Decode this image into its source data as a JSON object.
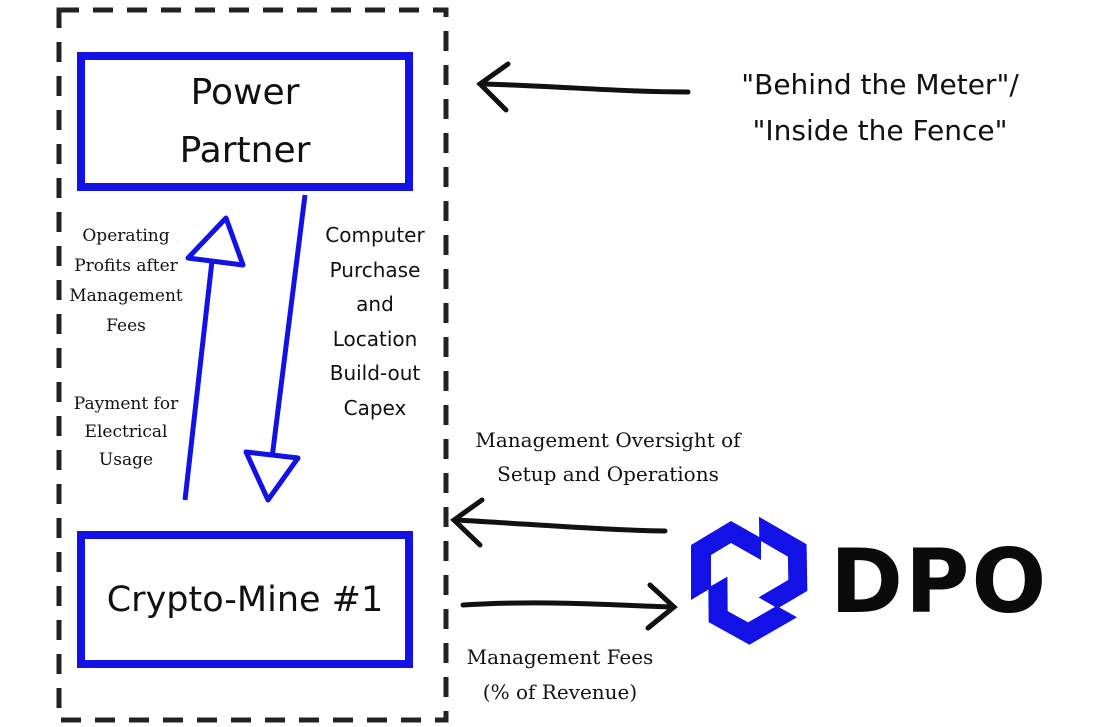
{
  "power_partner": {
    "line1": "Power",
    "line2": "Partner"
  },
  "crypto_mine": {
    "label": "Crypto-Mine #1"
  },
  "left_labels": {
    "operating_profits": [
      "Operating",
      "Profits after",
      "Management",
      "Fees"
    ],
    "payment": [
      "Payment for",
      "Electrical",
      "Usage"
    ]
  },
  "right_labels": {
    "capex": [
      "Computer",
      "Purchase",
      "and",
      "Location",
      "Build-out",
      "Capex"
    ]
  },
  "behind_meter": {
    "line1": "\"Behind the Meter\"/",
    "line2": "\"Inside the Fence\""
  },
  "oversight": {
    "line1": "Management Oversight of",
    "line2": "Setup and Operations"
  },
  "fees": {
    "line1": "Management Fees",
    "line2": "(% of Revenue)"
  },
  "logo": {
    "text": "DPO"
  },
  "colors": {
    "accent": "#1212e6",
    "text": "#111111"
  }
}
